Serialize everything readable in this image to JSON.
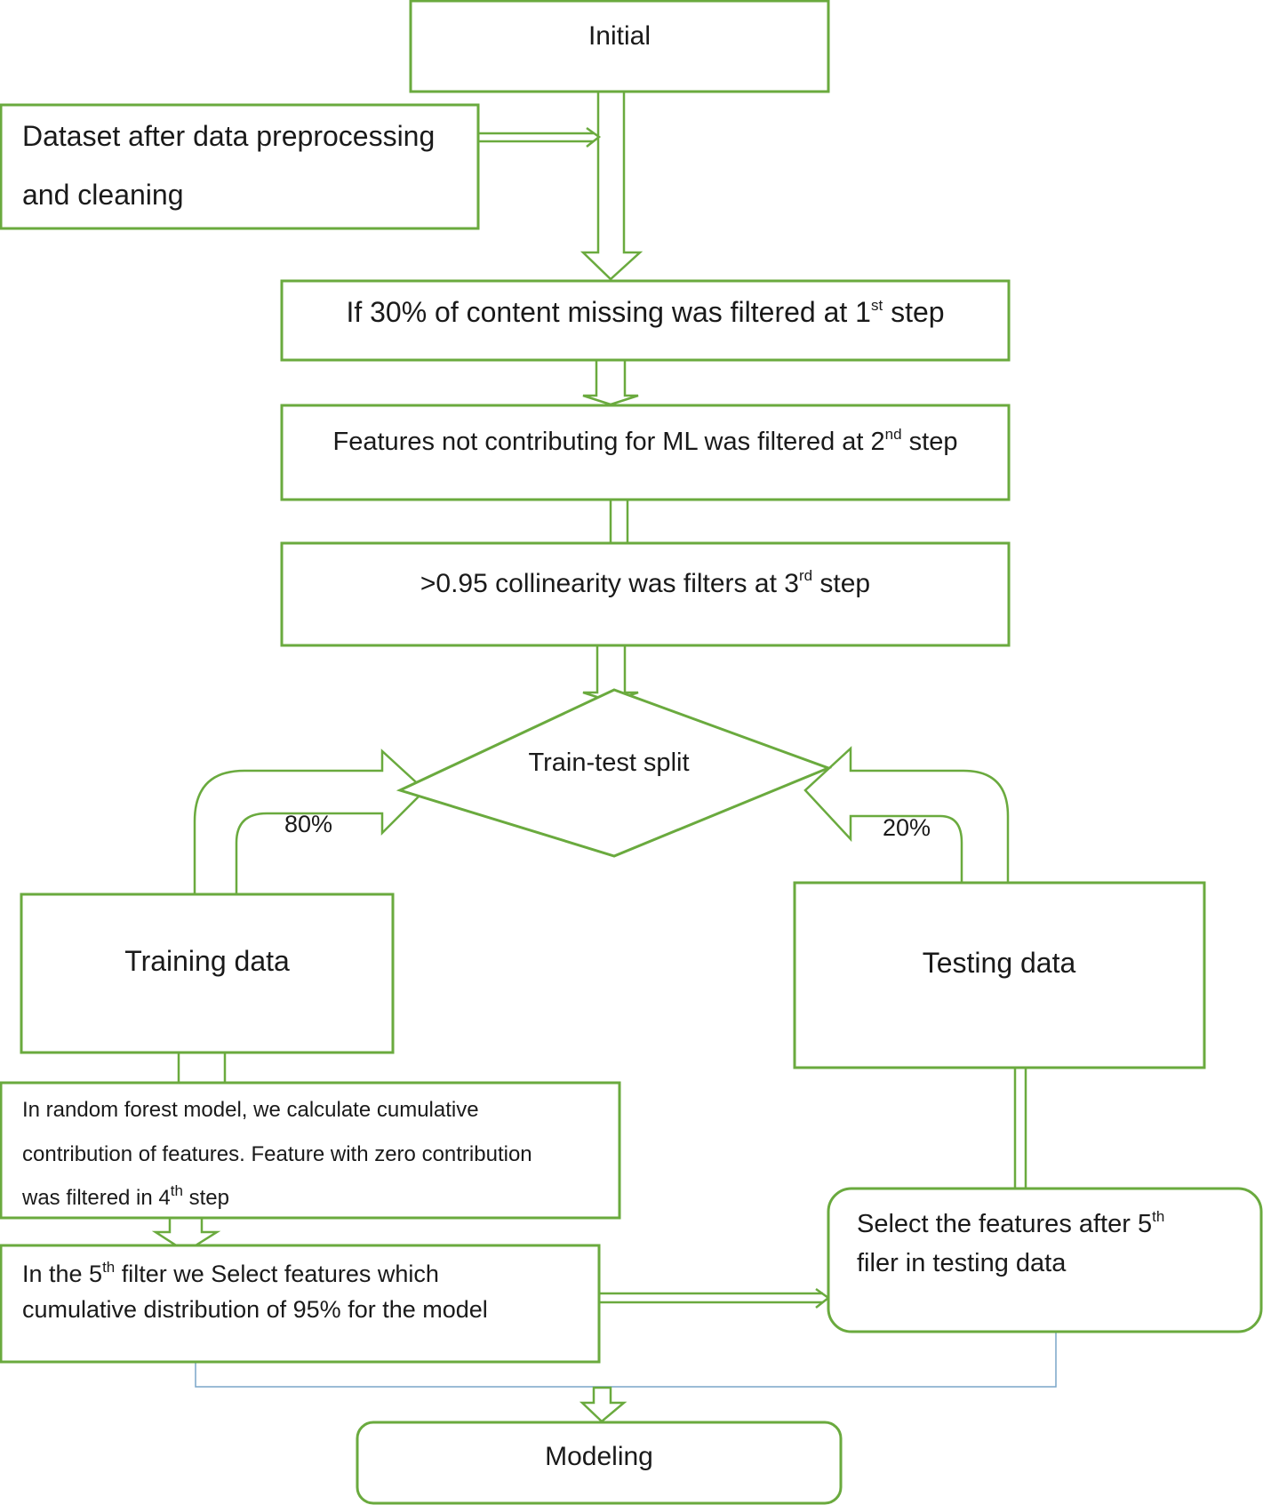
{
  "nodes": {
    "initial": "Initial",
    "dataset_line1": "Dataset after data preprocessing",
    "dataset_line2": "and cleaning",
    "step1_pre": "If 30% of content missing was filtered at 1",
    "step1_sup": "st",
    "step1_post": " step",
    "step2_pre": "Features not contributing for ML was filtered at 2",
    "step2_sup": "nd",
    "step2_post": " step",
    "step3_pre": ">0.95 collinearity was filters at 3",
    "step3_sup": "rd",
    "step3_post": " step",
    "split": "Train-test split",
    "pct_train": "80%",
    "pct_test": "20%",
    "training": "Training data",
    "testing": "Testing data",
    "rf_line1": "In random forest model, we calculate cumulative",
    "rf_line2": "contribution of features. Feature with zero contribution",
    "rf_line3_pre": "was filtered in 4",
    "rf_line3_sup": "th",
    "rf_line3_post": " step",
    "f5_line1_pre": "In the 5",
    "f5_line1_sup": "th",
    "f5_line1_post": " filter we Select features which",
    "f5_line2": "cumulative distribution of 95% for the model",
    "sel_line1_pre": "Select the features after 5",
    "sel_line1_sup": "th",
    "sel_line2": "filer in testing data",
    "modeling": "Modeling"
  },
  "colors": {
    "border": "#6aaa3e",
    "merge_line": "#7aa6c9",
    "text": "#1a1a1a"
  }
}
